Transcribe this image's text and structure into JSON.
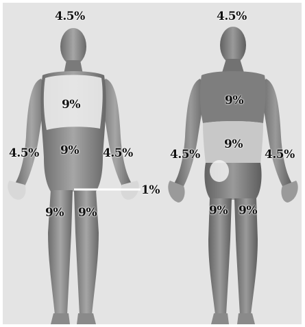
{
  "front": {
    "head": "4.5%",
    "chest": "9%",
    "abdomen": "9%",
    "arm_left": "4.5%",
    "arm_right": "4.5%",
    "groin": "1%",
    "leg_left": "9%",
    "leg_right": "9%"
  },
  "back": {
    "head": "4.5%",
    "upper_back": "9%",
    "lower_back": "9%",
    "arm_left": "4.5%",
    "arm_right": "4.5%",
    "leg_left": "9%",
    "leg_right": "9%"
  }
}
